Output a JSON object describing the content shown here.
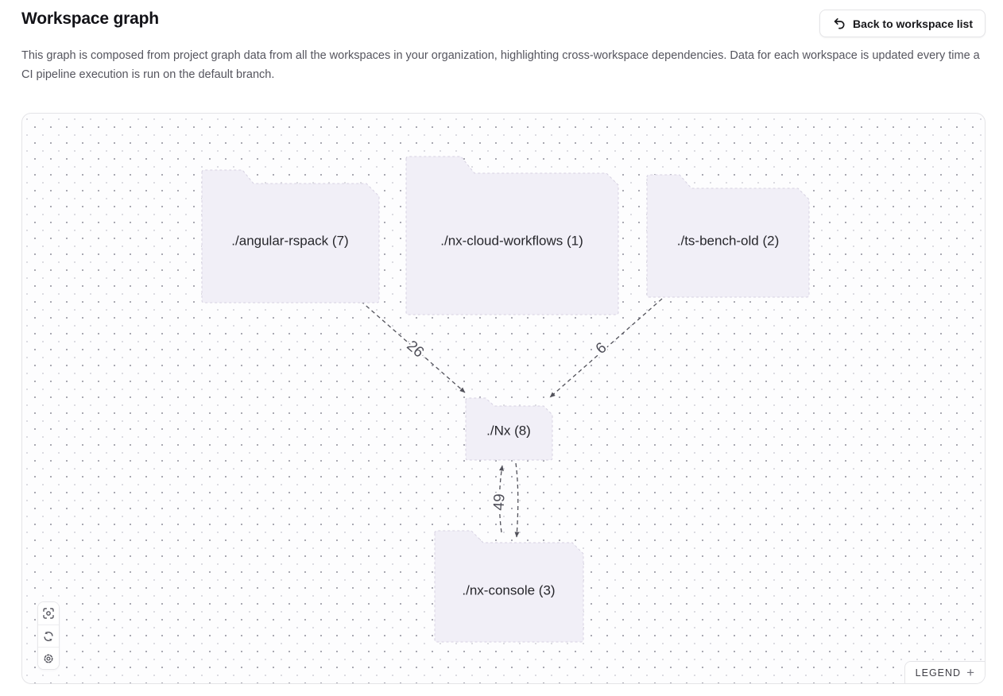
{
  "header": {
    "title": "Workspace graph",
    "back_button_label": "Back to workspace list"
  },
  "description": "This graph is composed from project graph data from all the workspaces in your organization, highlighting cross-workspace dependencies. Data for each workspace is updated every time a CI pipeline execution is run on the default branch.",
  "graph": {
    "nodes": [
      {
        "id": "angular-rspack",
        "label": "./angular-rspack (7)"
      },
      {
        "id": "nx-cloud-workflows",
        "label": "./nx-cloud-workflows (1)"
      },
      {
        "id": "ts-bench-old",
        "label": "./ts-bench-old (2)"
      },
      {
        "id": "nx",
        "label": "./Nx (8)"
      },
      {
        "id": "nx-console",
        "label": "./nx-console (3)"
      }
    ],
    "edges": [
      {
        "from": "angular-rspack",
        "to": "nx",
        "label": "26"
      },
      {
        "from": "ts-bench-old",
        "to": "nx",
        "label": "6"
      },
      {
        "from": "nx-console",
        "to": "nx",
        "label": "49"
      }
    ]
  },
  "toolbar": {
    "icons": [
      "focus-icon",
      "refresh-icon",
      "settings-icon"
    ]
  },
  "legend": {
    "label": "LEGEND",
    "plus": "+"
  },
  "colors": {
    "node_fill": "#f1eff7",
    "node_border": "#d6d1e1",
    "edge": "#52525b",
    "canvas_border": "#e4e4e7",
    "description_text": "#55555e"
  }
}
